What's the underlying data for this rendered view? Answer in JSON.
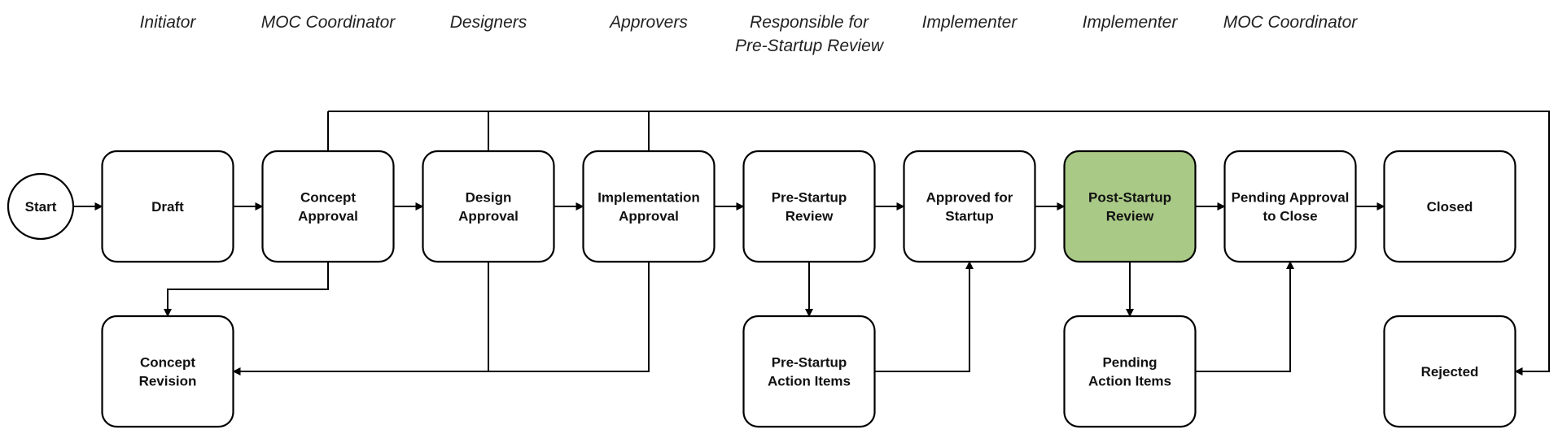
{
  "roles": [
    [
      "Initiator"
    ],
    [
      "MOC Coordinator"
    ],
    [
      "Designers"
    ],
    [
      "Approvers"
    ],
    [
      "Responsible for",
      "Pre-Startup Review"
    ],
    [
      "Implementer"
    ],
    [
      "Implementer"
    ],
    [
      "MOC Coordinator"
    ]
  ],
  "nodes": {
    "start": [
      "Start"
    ],
    "draft": [
      "Draft"
    ],
    "concept_approval": [
      "Concept",
      "Approval"
    ],
    "design_approval": [
      "Design",
      "Approval"
    ],
    "implementation_approval": [
      "Implementation",
      "Approval"
    ],
    "pre_startup_review": [
      "Pre-Startup",
      "Review"
    ],
    "approved_for_startup": [
      "Approved for",
      "Startup"
    ],
    "post_startup_review": [
      "Post-Startup",
      "Review"
    ],
    "pending_approval_to_close": [
      "Pending Approval",
      "to Close"
    ],
    "closed": [
      "Closed"
    ],
    "concept_revision": [
      "Concept",
      "Revision"
    ],
    "pre_startup_action_items": [
      "Pre-Startup",
      "Action Items"
    ],
    "pending_action_items": [
      "Pending",
      "Action Items"
    ],
    "rejected": [
      "Rejected"
    ]
  },
  "active_node": "post_startup_review",
  "colors": {
    "active_fill": "#a9c986",
    "stroke": "#000000",
    "node_fill": "#ffffff"
  }
}
